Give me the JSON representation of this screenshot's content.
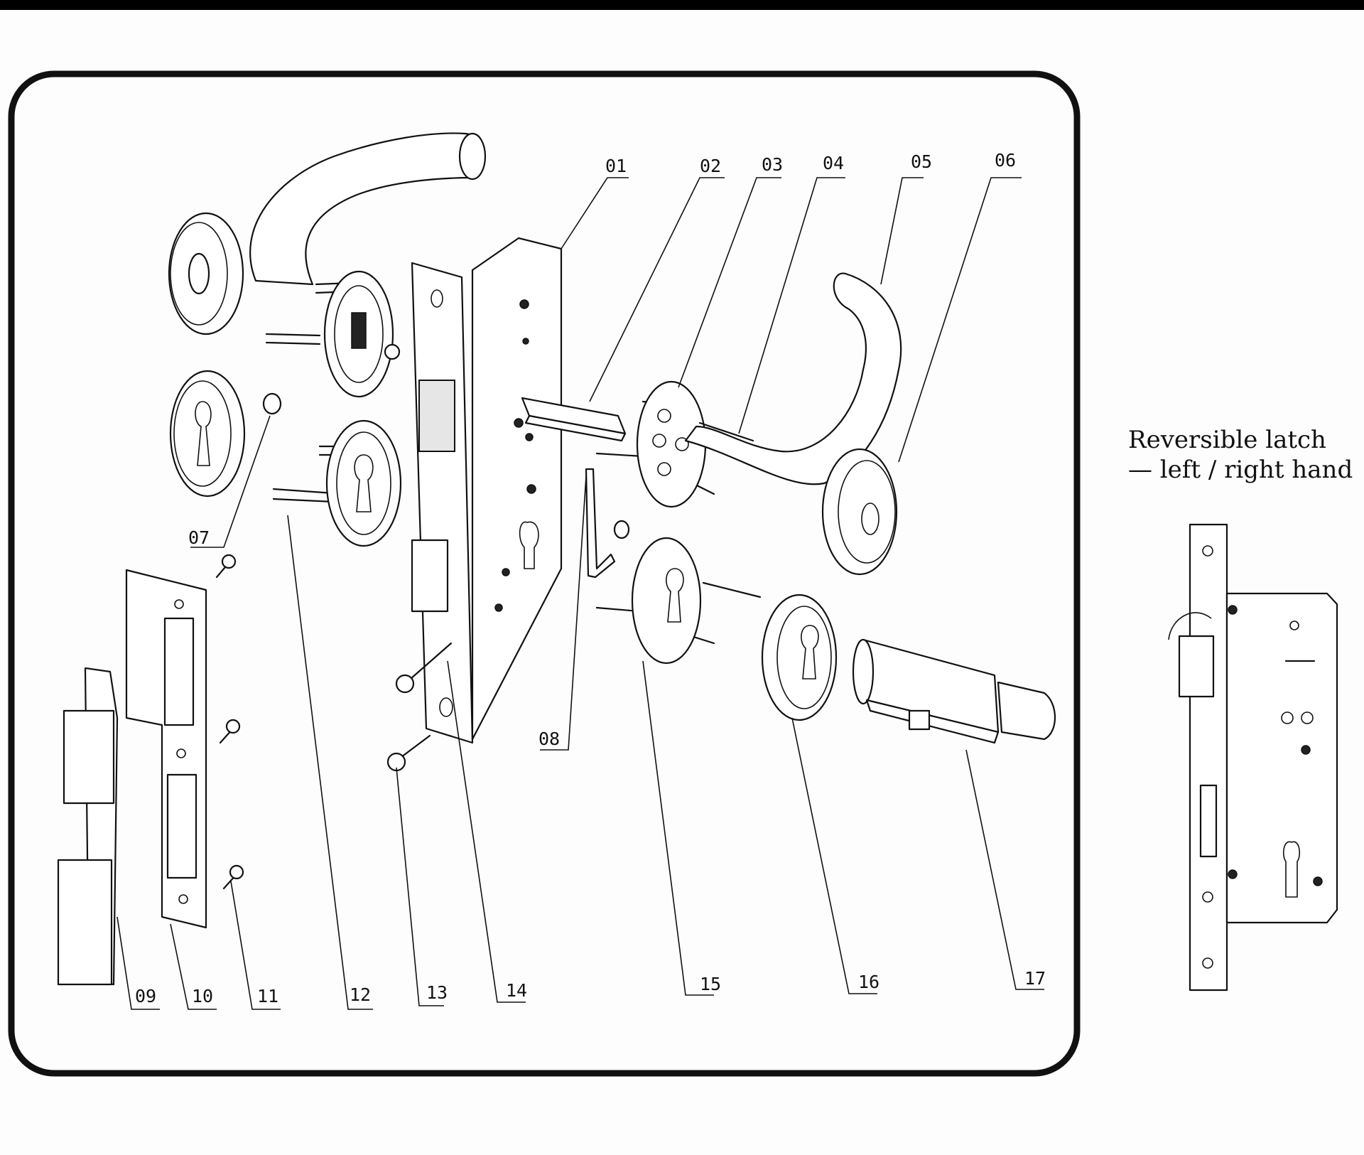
{
  "callouts": {
    "c01": "01",
    "c02": "02",
    "c03": "03",
    "c04": "04",
    "c05": "05",
    "c06": "06",
    "c07": "07",
    "c08": "08",
    "c09": "09",
    "c10": "10",
    "c11": "11",
    "c12": "12",
    "c13": "13",
    "c14": "14",
    "c15": "15",
    "c16": "16",
    "c17": "17"
  },
  "side_note": {
    "line1": "Reversible latch",
    "line2": "— left / right hand"
  }
}
